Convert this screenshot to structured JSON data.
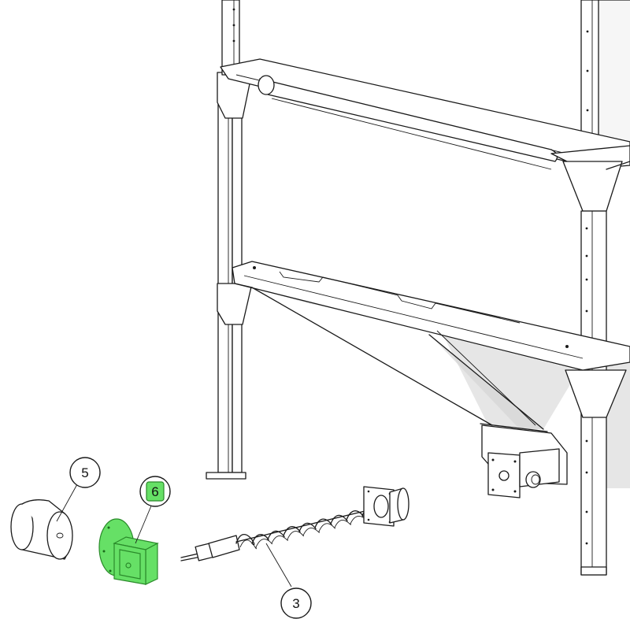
{
  "callouts": [
    {
      "id": "callout-5",
      "label": "5",
      "highlighted": false
    },
    {
      "id": "callout-6",
      "label": "6",
      "highlighted": true
    },
    {
      "id": "callout-3",
      "label": "3",
      "highlighted": false
    }
  ],
  "colors": {
    "highlight": "#66e066",
    "highlight_stroke": "#2a8a2a",
    "line": "#1a1a1a",
    "hopper_shade": "#e6e6e6"
  }
}
